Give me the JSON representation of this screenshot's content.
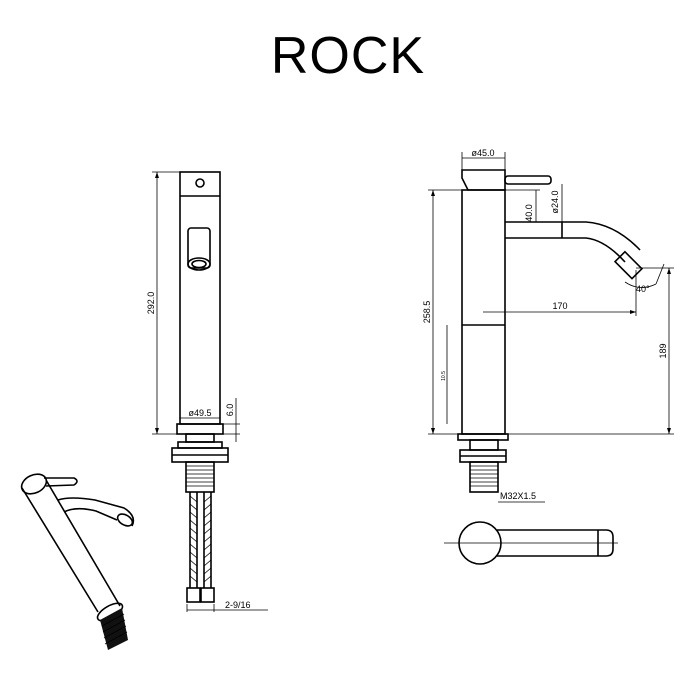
{
  "title": "ROCK",
  "colors": {
    "line": "#000000",
    "background": "#ffffff"
  },
  "dimensions": {
    "total_height": "292.0",
    "base_diameter": "ø49.5",
    "base_thickness": "6.0",
    "body_diameter": "ø45.0",
    "spout_diameter": "ø24.0",
    "spout_rise": "40.0",
    "spout_reach": "170",
    "body_height": "258.5",
    "spout_height": "189",
    "spout_angle": "40°",
    "inner_mark": "10.5",
    "thread": "M32X1.5",
    "hose_connector": "2-9/16"
  }
}
